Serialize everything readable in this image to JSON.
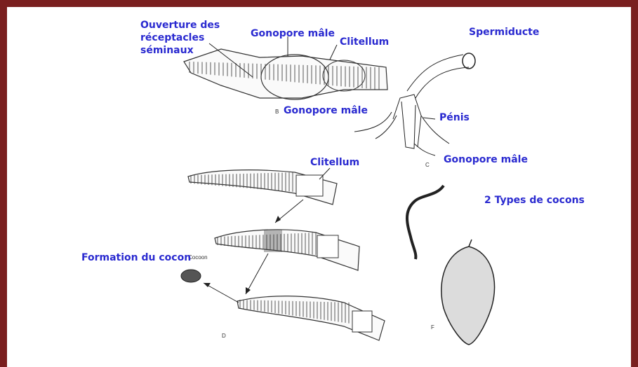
{
  "colors": {
    "border": "#7a1f1f",
    "label": "#2a2ad0"
  },
  "labels": {
    "ouverture_1": "Ouverture des",
    "ouverture_2": "réceptacles",
    "ouverture_3": "séminaux",
    "gonopore_male_top": "Gonopore mâle",
    "clitellum_top": "Clitellum",
    "gonopore_male_mid": "Gonopore mâle",
    "spermiducte": "Spermiducte",
    "penis": "Pénis",
    "gonopore_male_c": "Gonopore mâle",
    "clitellum_d": "Clitellum",
    "types_cocons": "2 Types de cocons",
    "formation_cocon": "Formation du cocon",
    "cocoon_small": "Cocoon"
  },
  "panel_letters": {
    "b": "B",
    "c": "C",
    "d": "D",
    "f": "F"
  }
}
